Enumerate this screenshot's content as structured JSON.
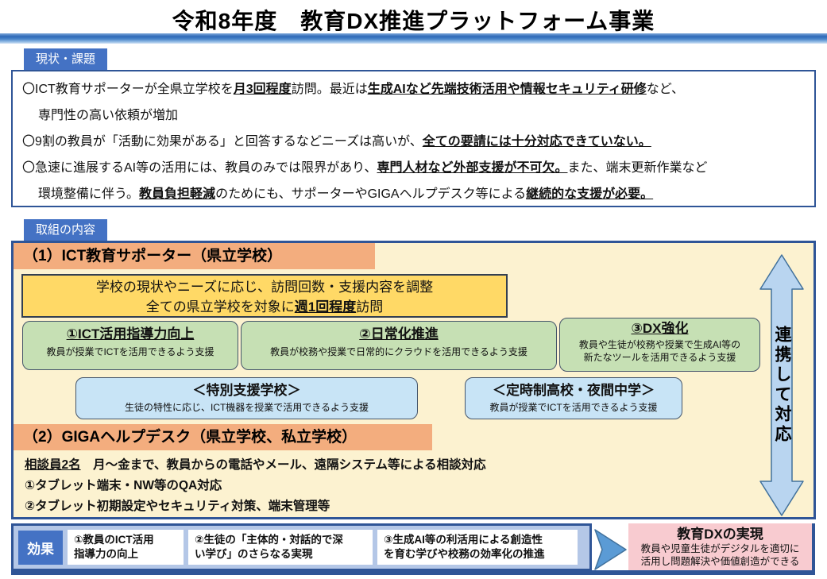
{
  "title": "令和8年度　教育DX推進プラットフォーム事業",
  "colors": {
    "accent_blue": "#4472c4",
    "border_navy": "#2f5597",
    "orange_header": "#f3ad7e",
    "cream_panel": "#fcf2d0",
    "yellow_box": "#ffd966",
    "green_box": "#c6e0b4",
    "light_blue_box": "#c8e4f6",
    "band_periwinkle": "#b4c7e7",
    "pink_goal": "#f8cbd0",
    "arrow_blue": "#5b9bd5"
  },
  "issues": {
    "label": "現状・課題",
    "lines": [
      {
        "segments": [
          "〇ICT教育サポーターが全県立学校を",
          "月3回程度",
          "訪問。最近は",
          "生成AIなど先端技術活用や情報セキュリティ研修",
          "など、"
        ]
      },
      {
        "segments": [
          "専門性の高い依頼が増加"
        ]
      },
      {
        "segments": [
          "〇9割の教員が「活動に効果がある」と回答するなどニーズは高いが、",
          "全ての要請には十分対応できていない。"
        ]
      },
      {
        "segments": [
          "〇急速に進展するAI等の活用には、教員のみでは限界があり、",
          "専門人材など外部支援が不可欠。",
          "また、端末更新作業など"
        ]
      },
      {
        "segments": [
          "環境整備に伴う。",
          "教員負担軽減",
          "のためにも、サポーターやGIGAヘルプデスク等による",
          "継続的な支援が必要。"
        ]
      }
    ]
  },
  "initiatives": {
    "label": "取組の内容",
    "section1_title": "（1）ICT教育サポーター（県立学校）",
    "policy_box": {
      "line1": "学校の現状やニーズに応じ、訪問回数・支援内容を調整",
      "line2_pre": "全ての県立学校を対象に",
      "line2_em": "週1回程度",
      "line2_post": "訪問"
    },
    "green_boxes": [
      {
        "title": "①ICT活用指導力向上",
        "desc": [
          "教員が授業でICTを活用できるよう支援"
        ]
      },
      {
        "title": "②日常化推進",
        "desc": [
          "教員が校務や授業で日常的にクラウドを活用できるよう支援"
        ]
      },
      {
        "title": "③DX強化",
        "desc": [
          "教員や生徒が校務や授業で生成AI等の",
          "新たなツールを活用できるよう支援"
        ]
      }
    ],
    "blue_boxes": [
      {
        "title": "＜特別支援学校＞",
        "desc": "生徒の特性に応じ、ICT機器を授業で活用できるよう支援"
      },
      {
        "title": "＜定時制高校・夜間中学＞",
        "desc": "教員が授業でICTを活用できるよう支援"
      }
    ],
    "section2_title": "（2）GIGAヘルプデスク（県立学校、私立学校）",
    "helpdesk": {
      "line1_em": "相談員2名",
      "line1_rest": "　月～金まで、教員からの電話やメール、遠隔システム等による相談対応",
      "line2": "①タブレット端末・NW等のQA対応",
      "line3": "②タブレット初期設定やセキュリティ対策、端末管理等"
    },
    "side_arrow_label": "連携して対応"
  },
  "effects": {
    "label": "効果",
    "items": [
      {
        "l1": "①教員のICT活用",
        "l2": "指導力の向上"
      },
      {
        "l1": "②生徒の「主体的・対話的で深",
        "l2": "い学び」のさらなる実現"
      },
      {
        "l1": "③生成AI等の利活用による創造性",
        "l2": "を育む学びや校務の効率化の推進"
      }
    ],
    "goal": {
      "title": "教育DXの実現",
      "desc": [
        "教員や児童生徒がデジタルを適切に",
        "活用し問題解決や価値創造ができる"
      ]
    }
  }
}
